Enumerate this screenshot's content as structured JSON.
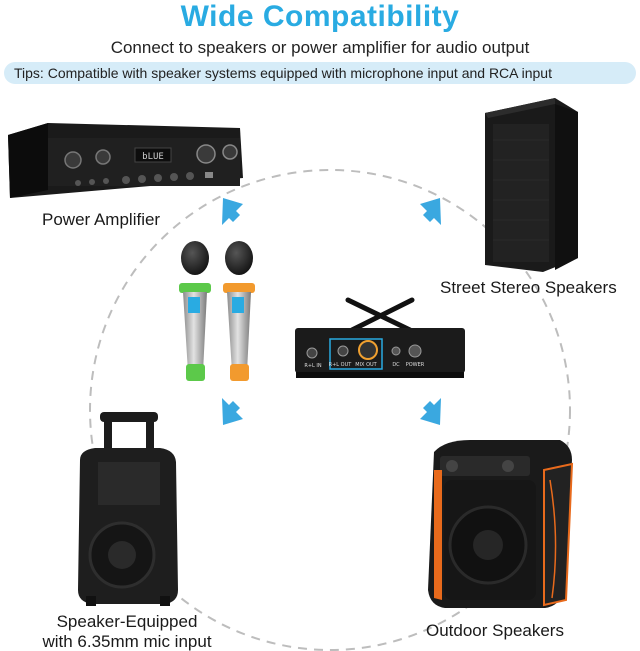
{
  "header": {
    "title": "Wide Compatibility",
    "subtitle": "Connect to speakers or power amplifier for audio output",
    "tips": "Tips:  Compatible with speaker systems equipped with microphone input and RCA input"
  },
  "devices": {
    "power_amplifier": {
      "label": "Power Amplifier",
      "display_text": "bLUE"
    },
    "street_speakers": {
      "label": "Street Stereo Speakers"
    },
    "speaker_equipped": {
      "label_line1": "Speaker-Equipped",
      "label_line2": "with 6.35mm mic input"
    },
    "outdoor_speakers": {
      "label": "Outdoor Speakers"
    }
  },
  "receiver": {
    "ports": {
      "rl_in": "R+L IN",
      "rl_out": "R+L OUT",
      "mix_out": "MIX OUT",
      "dc": "DC",
      "power": "POWER"
    }
  },
  "colors": {
    "accent": "#29abe2",
    "tips_bg": "#d6ecf8",
    "arrow": "#3aa8e0",
    "mic_green": "#5cc94a",
    "mic_orange": "#f29a2e",
    "outdoor_trim": "#e86a1c"
  }
}
